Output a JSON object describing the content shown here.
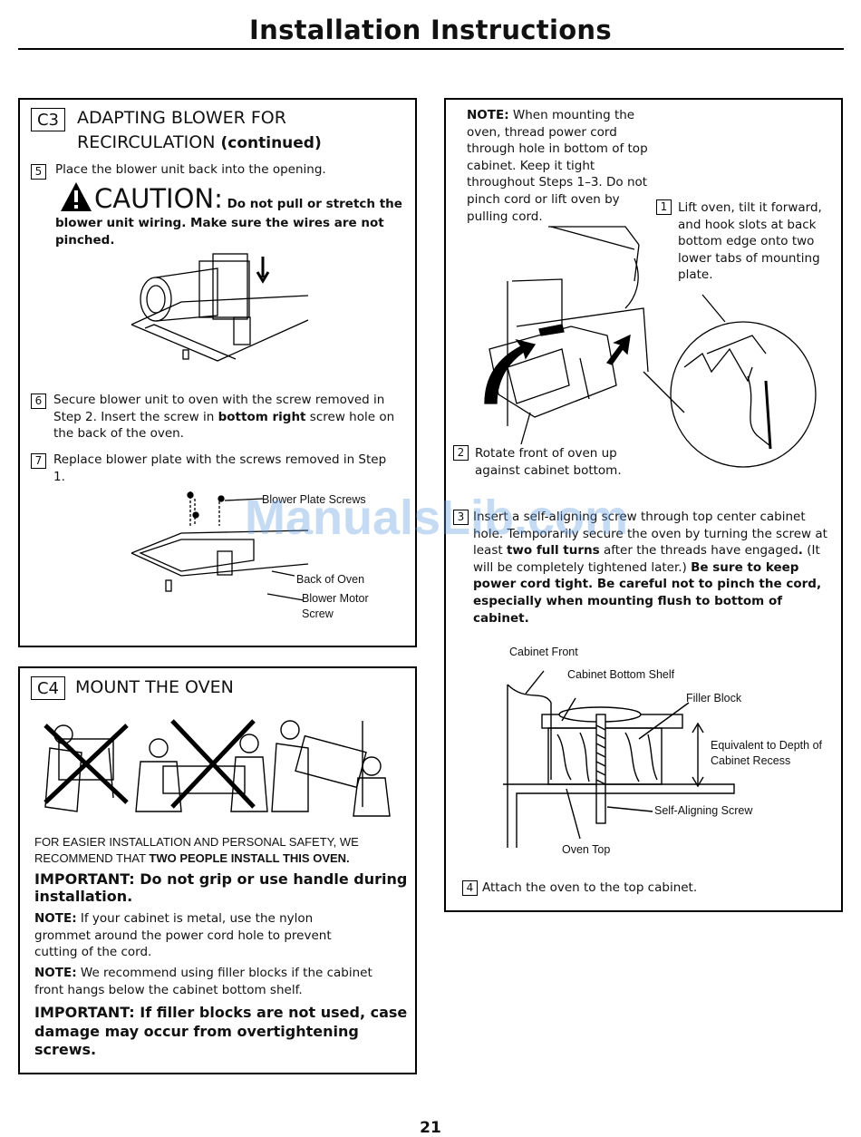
{
  "page": {
    "title": "Installation Instructions",
    "page_number": "21",
    "watermark": "ManualsLib.com"
  },
  "c3": {
    "tag": "C3",
    "heading_line1": "ADAPTING BLOWER FOR",
    "heading_line2": "RECIRCULATION",
    "heading_suffix": "(continued)",
    "step5": {
      "num": "5",
      "text": "Place the blower unit back into the opening."
    },
    "caution": {
      "word": "CAUTION:",
      "lead": "Do not pull or stretch the",
      "rest": "blower unit wiring. Make sure the wires are not pinched."
    },
    "step6": {
      "num": "6",
      "pre": "Secure blower unit to oven with the screw removed in Step 2. Insert the screw in ",
      "bold": "bottom right",
      "post": " screw hole on the back of the oven."
    },
    "step7": {
      "num": "7",
      "text": "Replace blower plate with the screws removed in Step 1."
    },
    "labels": {
      "plate_screws": "Blower Plate Screws",
      "back_of_oven": "Back of Oven",
      "motor_screw": "Blower Motor Screw"
    }
  },
  "c4": {
    "tag": "C4",
    "heading": "MOUNT THE OVEN",
    "rec_pre": "FOR EASIER INSTALLATION AND PERSONAL SAFETY, WE RECOMMEND THAT ",
    "rec_bold": "TWO PEOPLE INSTALL THIS OVEN.",
    "important1": "IMPORTANT: Do not grip or use handle during installation.",
    "note1_label": "NOTE:",
    "note1": " If your cabinet is metal, use the nylon grommet around the power cord hole to prevent cutting of the cord.",
    "note2_label": "NOTE:",
    "note2": " We recommend using filler blocks if the cabinet front hangs below the cabinet bottom shelf.",
    "important2": "IMPORTANT: If filler blocks are not used, case damage may occur from overtightening screws."
  },
  "right": {
    "note_label": "NOTE:",
    "note": " When mounting the oven, thread power cord through hole in bottom of top cabinet. Keep it tight throughout Steps 1–3. Do not pinch cord or lift oven by pulling cord.",
    "step1": {
      "num": "1",
      "text": "Lift oven, tilt it forward, and hook slots at back bottom edge onto two lower tabs of mounting plate."
    },
    "step2": {
      "num": "2",
      "text": "Rotate front of oven up against cabinet bottom."
    },
    "step3": {
      "num": "3",
      "pre": "Insert a self-aligning screw through top center cabinet hole. Temporarily secure the oven by turning the screw at least ",
      "bold1": "two full turns",
      "mid": " after the threads have engaged",
      "bold2": ".",
      "post": " (It will be completely tightened later.) ",
      "bold3": "Be sure to keep power cord tight. Be careful not to pinch the cord, especially when mounting flush to bottom of cabinet."
    },
    "labels": {
      "cabinet_front": "Cabinet Front",
      "cabinet_bottom_shelf": "Cabinet Bottom Shelf",
      "filler_block": "Filler Block",
      "equivalent": "Equivalent to Depth of Cabinet Recess",
      "self_aligning": "Self-Aligning Screw",
      "oven_top": "Oven Top"
    },
    "step4": {
      "num": "4",
      "text": "Attach the oven to the top cabinet."
    }
  }
}
